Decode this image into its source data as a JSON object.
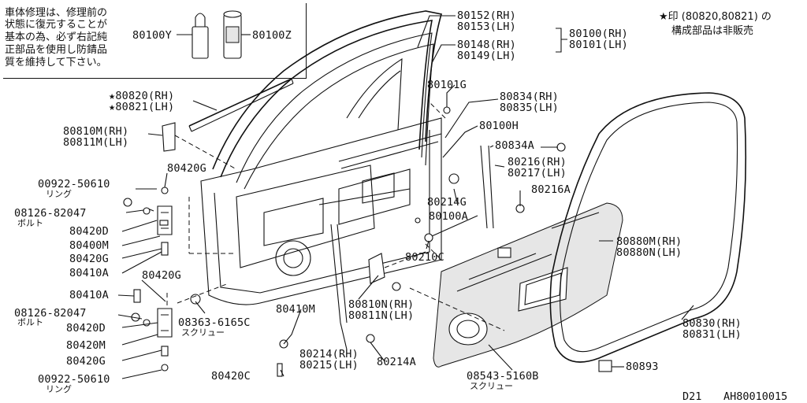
{
  "note": {
    "lines": [
      "車体修理は、修理前の",
      "状態に復元することが",
      "基本の為、必ず右記純",
      "正部品を使用し防錆品",
      "質を維持して下さい。"
    ]
  },
  "top_right_note": {
    "line1": "★印 (80820,80821) の",
    "line2": "構成部品は非販売"
  },
  "labels": {
    "p80100Y": "80100Y",
    "p80100Z": "80100Z",
    "p80152": "80152(RH)",
    "p80153": "80153(LH)",
    "p80148": "80148(RH)",
    "p80149": "80149(LH)",
    "p80100": "80100(RH)",
    "p80101": "80101(LH)",
    "p80820": "★80820(RH)",
    "p80821": "★80821(LH)",
    "p80101G": "80101G",
    "p80834": "80834(RH)",
    "p80835": "80835(LH)",
    "p80810M": "80810M(RH)",
    "p80811M": "80811M(LH)",
    "p80100H": "80100H",
    "p80834A": "80834A",
    "p80216": "80216(RH)",
    "p80217": "80217(LH)",
    "p80420G_a": "80420G",
    "p00922_a": "00922-50610",
    "ring_a": "リング",
    "p08126_a": "08126-82047",
    "bolt_a": "ボルト",
    "p80420D_a": "80420D",
    "p80400M": "80400M",
    "p80420G_b": "80420G",
    "p80410A_a": "80410A",
    "p80214G": "80214G",
    "p80100A": "80100A",
    "p80216A": "80216A",
    "p80210C": "80210C",
    "p80880M": "80880M(RH)",
    "p80880N": "80880N(LH)",
    "p80410A_b": "80410A",
    "p80420G_c": "80420G",
    "p08126_b": "08126-82047",
    "bolt_b": "ボルト",
    "p80420D_b": "80420D",
    "p80420M": "80420M",
    "p80420G_d": "80420G",
    "p00922_b": "00922-50610",
    "ring_b": "リング",
    "p08363": "08363-6165C",
    "screw_a": "スクリュー",
    "p80410M": "80410M",
    "p80810N": "80810N(RH)",
    "p80811N": "80811N(LH)",
    "p80214": "80214(RH)",
    "p80215": "80215(LH)",
    "p80214A": "80214A",
    "p80420C": "80420C",
    "p08543": "08543-5160B",
    "screw_b": "スクリュー",
    "p80830": "80830(RH)",
    "p80831": "80831(LH)",
    "p80893": "80893"
  },
  "footer": {
    "section": "D21",
    "code": "AH80010015"
  }
}
